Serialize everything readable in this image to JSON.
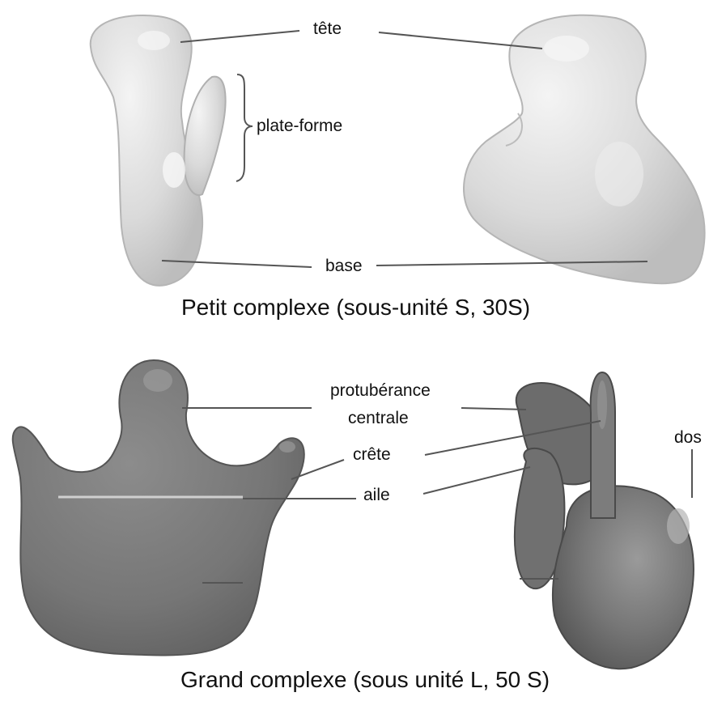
{
  "small_subunit": {
    "caption": "Petit complexe (sous-unité S, 30S)",
    "labels": {
      "head": "tête",
      "platform": "plate-forme",
      "base": "base"
    }
  },
  "large_subunit": {
    "caption": "Grand complexe (sous unité L, 50 S)",
    "labels": {
      "central_protuberance_line1": "protubérance",
      "central_protuberance_line2": "centrale",
      "ridge": "crête",
      "wing": "aile",
      "back": "dos"
    }
  },
  "colors": {
    "small_fill": "#d9d9d9",
    "small_highlight": "#f2f2f2",
    "large_fill": "#7a7a7a",
    "large_shadow": "#5e5e5e",
    "leader_line": "#555555"
  }
}
